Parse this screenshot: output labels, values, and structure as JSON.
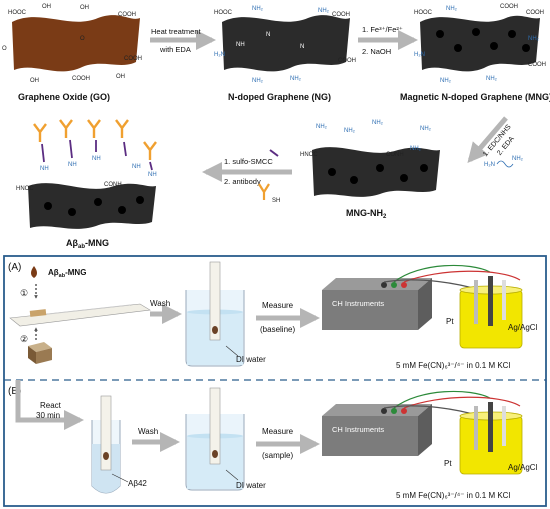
{
  "top": {
    "go_label": "Graphene Oxide (GO)",
    "ng_label": "N-doped Graphene (NG)",
    "mng_label": "Magnetic N-doped Graphene (MNG)",
    "step1_line1": "Heat treatment",
    "step1_line2": "with EDA",
    "step2_line1": "1. Fe³⁺/Fe²⁺",
    "step2_line2": "2. NaOH",
    "step3_line1": "1. EDC/NHS",
    "step3_line2": "2. EDA",
    "eda_label": "H₂N",
    "eda_label2": "NH₂",
    "step4_line1": "1. sulfo-SMCC",
    "step4_line2": "2. antibody",
    "sh_label": "SH",
    "mng_nh2_label": "MNG-NH",
    "mng_nh2_sub": "2",
    "abmng_label": "Aβ",
    "abmng_sub": "ab",
    "abmng_tail": "-MNG",
    "go_groups": [
      "HOOC",
      "OH",
      "OH",
      "COOH",
      "O",
      "O",
      "OH",
      "COOH",
      "COOH",
      "OH"
    ],
    "ng_groups": [
      "HOOC",
      "NH₂",
      "COOH",
      "NH",
      "N",
      "N",
      "H₂N",
      "NH₂",
      "NH₂",
      "COOH",
      "NH₂"
    ],
    "mng_groups": [
      "HOOC",
      "NH₂",
      "COOH",
      "COOH",
      "H₂N",
      "NH₂",
      "NH₂",
      "NH₂",
      "COOH"
    ],
    "mng_nh2_groups": [
      "NH₂",
      "NH₂",
      "NH₂",
      "NH₂",
      "HNOC",
      "CONH",
      "NH₂"
    ],
    "abmng_groups": [
      "NH",
      "NH",
      "NH",
      "HNOC",
      "CONH",
      "NH",
      "NH"
    ]
  },
  "panel_a": {
    "tag": "(A)",
    "abmng": "Aβ",
    "abmng_sub": "ab",
    "abmng_tail": "-MNG",
    "step1": "①",
    "step2": "②",
    "wash": "Wash",
    "di_water": "DI water",
    "measure": "Measure",
    "measure_sub": "(baseline)",
    "instrument": "CH Instruments",
    "pt": "Pt",
    "ref": "Ag/AgCl",
    "solution": "5 mM Fe(CN)₆³⁻/⁴⁻ in 0.1 M KCl"
  },
  "panel_b": {
    "tag": "(B)",
    "react": "React",
    "react_time": "30 min",
    "abeta": "Aβ42",
    "wash": "Wash",
    "di_water": "DI water",
    "measure": "Measure",
    "measure_sub": "(sample)",
    "instrument": "CH Instruments",
    "pt": "Pt",
    "ref": "Ag/AgCl",
    "solution": "5 mM Fe(CN)₆³⁻/⁴⁻ in 0.1 M KCl"
  },
  "colors": {
    "go_sheet": "#7a3b16",
    "sheet_dark": "#2b2b2b",
    "arrow": "#b5b5b5",
    "frame": "#2a5d8c",
    "yellow": "#f2e600",
    "antibody": "#f0a030",
    "linker": "#5b2d82"
  }
}
